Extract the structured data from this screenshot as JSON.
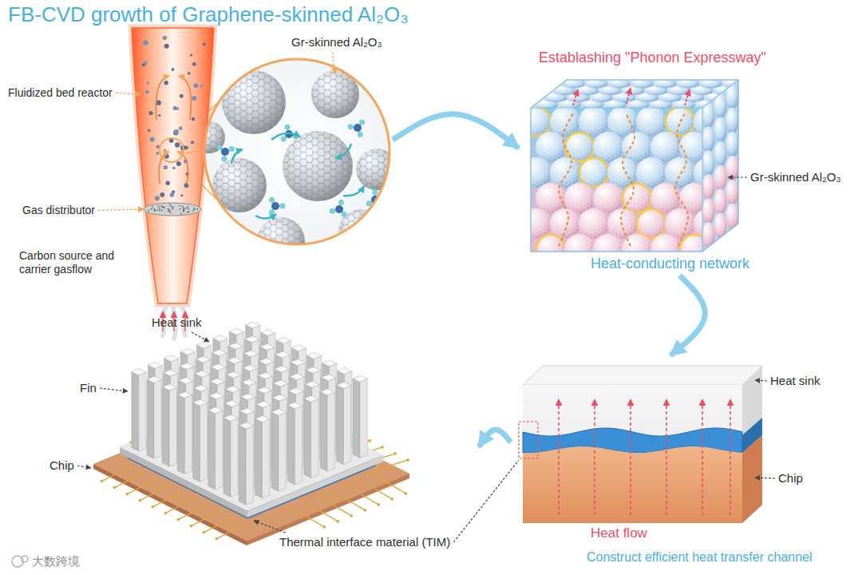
{
  "diagram": {
    "title": "FB-CVD growth of Graphene-skinned Al₂O₃",
    "nodes": [
      {
        "text": [
          "Fluidized bed reactor",
          "Gas distributor",
          "Carbon source and carrier gasflow"
        ]
      },
      {
        "text": [
          "Gr-skinned Al₂O₃"
        ]
      },
      {
        "text": [
          "Establashing \"Phonon Expressway\"",
          "Gr-skinned Al₂O₃",
          "Heat-conducting network"
        ]
      },
      {
        "text": [
          "Heat sink",
          "Chip",
          "Heat flow",
          "Construct efficient heat transfer channel"
        ]
      },
      {
        "text": [
          "Heat sink",
          "Fin",
          "Chip",
          "Thermal interface material (TIM)"
        ]
      }
    ],
    "edges": [
      {
        "from": 0,
        "to": 1,
        "arrow": "none"
      },
      {
        "from": 1,
        "to": 2,
        "arrow": "to"
      },
      {
        "from": 2,
        "to": 3,
        "arrow": "to"
      },
      {
        "from": 3,
        "to": 4,
        "arrow": "to"
      }
    ],
    "labels": [
      "大数跨境"
    ]
  }
}
